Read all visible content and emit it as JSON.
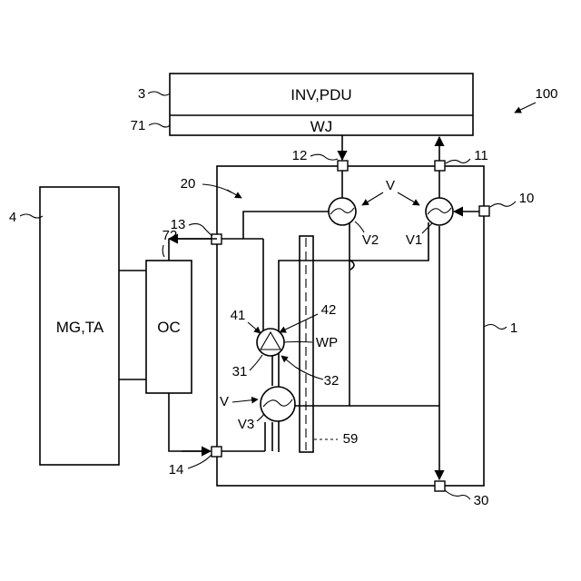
{
  "blocks": {
    "inv_pdu": "INV,PDU",
    "wj": "WJ",
    "mg_ta": "MG,TA",
    "oc": "OC"
  },
  "labels": {
    "r100": "100",
    "r3": "3",
    "r71": "71",
    "r12": "12",
    "r11": "11",
    "r20": "20",
    "rV_top": "V",
    "r10": "10",
    "r4": "4",
    "r13": "13",
    "r72": "72",
    "rV2": "V2",
    "rV1": "V1",
    "r1": "1",
    "r41": "41",
    "r42": "42",
    "rWP": "WP",
    "r31": "31",
    "r32": "32",
    "rV_left": "V",
    "rV3": "V3",
    "r59": "59",
    "r14": "14",
    "r30": "30"
  }
}
